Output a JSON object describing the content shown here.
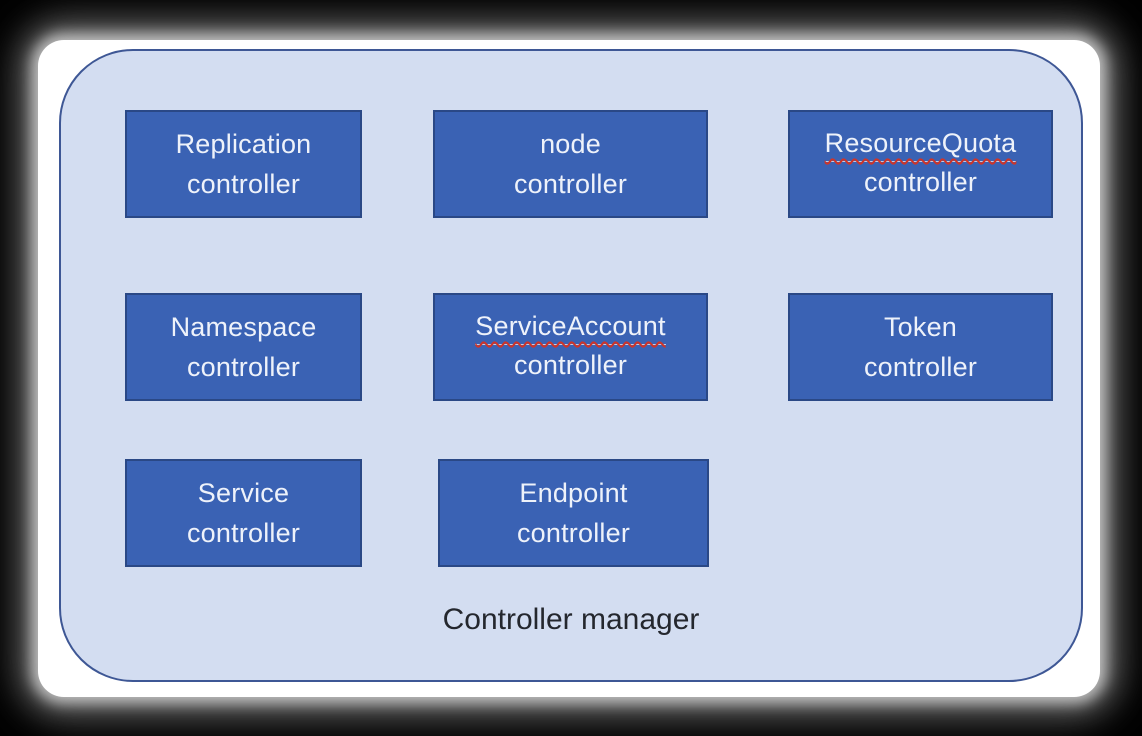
{
  "diagram": {
    "title": "Controller manager",
    "boxes": [
      {
        "name": "replication-controller",
        "line1": "Replication",
        "line2": "controller",
        "spellcheck_underline": false
      },
      {
        "name": "node-controller",
        "line1": "node",
        "line2": "controller",
        "spellcheck_underline": false
      },
      {
        "name": "resourcequota-controller",
        "line1": "ResourceQuota",
        "line2": "controller",
        "spellcheck_underline": true
      },
      {
        "name": "namespace-controller",
        "line1": "Namespace",
        "line2": "controller",
        "spellcheck_underline": false
      },
      {
        "name": "serviceaccount-controller",
        "line1": "ServiceAccount",
        "line2": "controller",
        "spellcheck_underline": true
      },
      {
        "name": "token-controller",
        "line1": "Token",
        "line2": "controller",
        "spellcheck_underline": false
      },
      {
        "name": "service-controller",
        "line1": "Service",
        "line2": "controller",
        "spellcheck_underline": false
      },
      {
        "name": "endpoint-controller",
        "line1": "Endpoint",
        "line2": "controller",
        "spellcheck_underline": false
      }
    ],
    "colors": {
      "page_background": "#000000",
      "card_background": "#ffffff",
      "container_fill": "#d3ddf1",
      "container_border": "#3e5795",
      "box_fill": "#3a62b4",
      "box_border": "#2a4886",
      "box_text": "#eef2fa",
      "title_text": "#24272e",
      "spellcheck_color": "#cf3428"
    }
  }
}
